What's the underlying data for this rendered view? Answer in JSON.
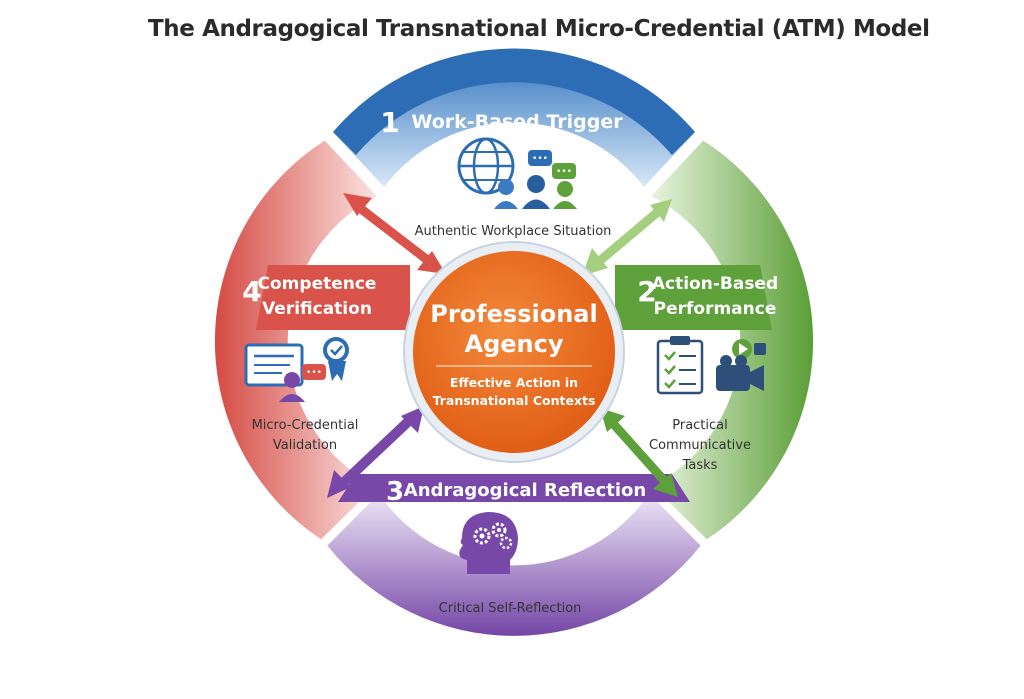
{
  "title": "The Andragogical Transnational Micro-Credential (ATM) Model",
  "center": {
    "title_line1": "Professional",
    "title_line2": "Agency",
    "subtitle_line1": "Effective Action in",
    "subtitle_line2": "Transnational Contexts"
  },
  "stages": {
    "s1": {
      "number": "1",
      "title": "Work-Based Trigger",
      "caption": "Authentic Workplace Situation",
      "icon": "globe-people-chat-icon"
    },
    "s2": {
      "number": "2",
      "title_line1": "Action-Based",
      "title_line2": "Performance",
      "caption_line1": "Practical",
      "caption_line2": "Communicative",
      "caption_line3": "Tasks",
      "icon": "checklist-video-icon"
    },
    "s3": {
      "number": "3",
      "title": "Andragogical Reflection",
      "caption": "Critical Self-Reflection",
      "icon": "head-gears-icon"
    },
    "s4": {
      "number": "4",
      "title_line1": "Competence",
      "title_line2": "Verification",
      "caption_line1": "Micro-Credential",
      "caption_line2": "Validation",
      "icon": "certificate-badge-icon"
    }
  },
  "colors": {
    "blue": "#2d6db5",
    "green": "#5ea13a",
    "purple": "#7848a8",
    "red": "#d9534a",
    "orange": "#e8661a"
  }
}
